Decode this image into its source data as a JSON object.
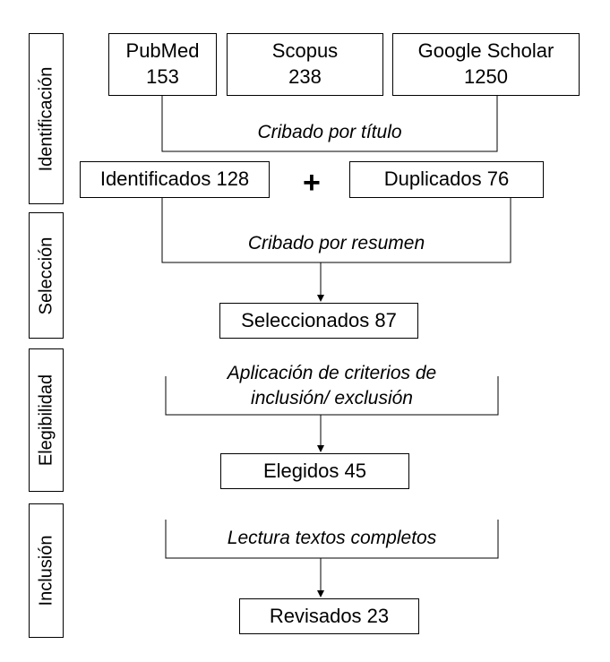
{
  "stages": [
    "Identificación",
    "Selección",
    "Elegibilidad",
    "Inclusión"
  ],
  "sources": [
    {
      "name": "PubMed",
      "count": "153"
    },
    {
      "name": "Scopus",
      "count": "238"
    },
    {
      "name": "Google Scholar",
      "count": "1250"
    }
  ],
  "steps": {
    "screen_title": "Cribado por título",
    "identified": "Identificados 128",
    "plus": "+",
    "duplicates": "Duplicados 76",
    "screen_abstract": "Cribado por resumen",
    "selected": "Seleccionados 87",
    "criteria_line1": "Aplicación de criterios de",
    "criteria_line2": "inclusión/ exclusión",
    "eligible": "Elegidos 45",
    "fulltext": "Lectura textos completos",
    "reviewed": "Revisados 23"
  }
}
